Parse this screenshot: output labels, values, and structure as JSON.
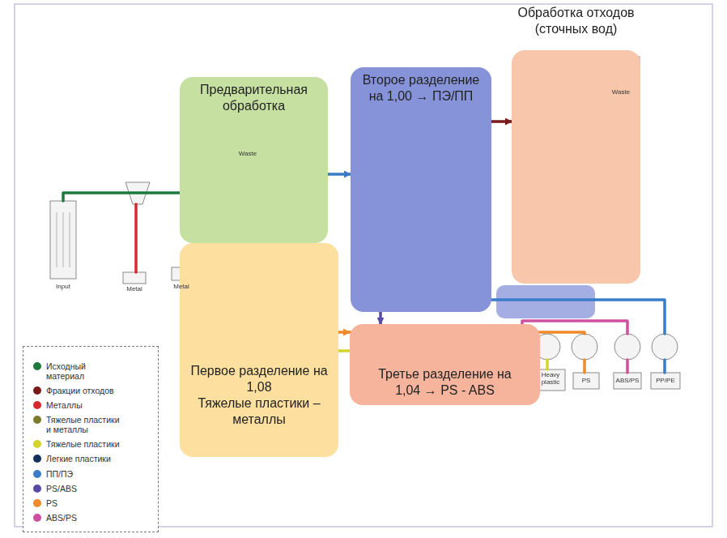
{
  "diagram": {
    "nodes": [
      {
        "text": [
          "Предварительная обработка"
        ]
      },
      {
        "text": [
          "Второе разделение на 1,00 → ПЭ/ПП"
        ]
      },
      {
        "text": [
          "Обработка отходов (сточных вод)"
        ]
      },
      {
        "text": [
          "Первое разделение на 1,08",
          "Тяжелые пластики – металлы"
        ]
      },
      {
        "text": [
          "Третье разделение на 1,04 → PS - ABS"
        ]
      }
    ],
    "edges": [
      {
        "from": 0,
        "to": 1,
        "arrow": "to"
      },
      {
        "from": 1,
        "to": 2,
        "arrow": "to"
      },
      {
        "from": 3,
        "to": 4,
        "arrow": "to"
      },
      {
        "from": 1,
        "to": 4,
        "arrow": "to"
      }
    ],
    "labels": [
      "Input",
      "Metal",
      "Waste",
      "Metal",
      "Waste",
      "Heavy plastic",
      "PS",
      "ABS/PS",
      "PP/PE"
    ],
    "legend": [
      {
        "text": "Исходный материал",
        "color": "#1e7a3c"
      },
      {
        "text": "Фракции отходов",
        "color": "#7a1a1a"
      },
      {
        "text": "Металлы",
        "color": "#d8282f"
      },
      {
        "text": "Тяжелые пластики и металлы",
        "color": "#7a7a2a"
      },
      {
        "text": "Тяжелые пластики",
        "color": "#d4d42a"
      },
      {
        "text": "Легкие пластики",
        "color": "#14305a"
      },
      {
        "text": "ПП/ПЭ",
        "color": "#3a7cc8"
      },
      {
        "text": "PS/ABS",
        "color": "#5a4aa8"
      },
      {
        "text": "PS",
        "color": "#f08a2a"
      },
      {
        "text": "ABS/PS",
        "color": "#d050a0"
      }
    ]
  }
}
